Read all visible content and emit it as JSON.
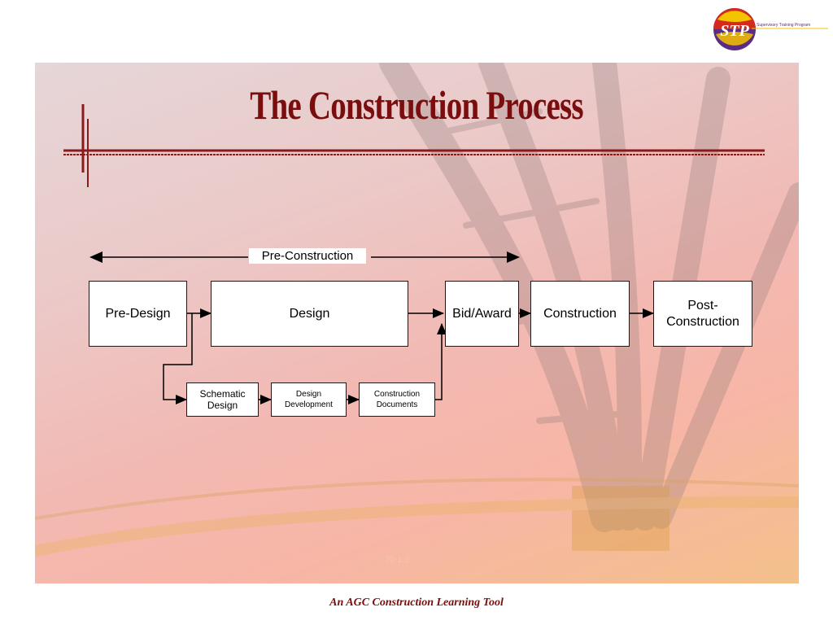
{
  "logo": {
    "initials": "STP",
    "tagline": "Supervisory Training Program"
  },
  "slide": {
    "title": "The Construction Process",
    "page_number": "70 1.3"
  },
  "diagram": {
    "span_label": "Pre-Construction",
    "main_steps": [
      "Pre-Design",
      "Design",
      "Bid/Award",
      "Construction",
      "Post-\nConstruction"
    ],
    "design_substeps": [
      "Schematic\nDesign",
      "Design\nDevelopment",
      "Construction\nDocuments"
    ]
  },
  "footer": {
    "text": "An AGC Construction Learning Tool"
  },
  "colors": {
    "title": "#7a0e0e",
    "accent_line": "#8b1a1a",
    "logo_yellow": "#f5c400",
    "logo_red": "#d42a1e",
    "logo_purple": "#5b2d82"
  }
}
